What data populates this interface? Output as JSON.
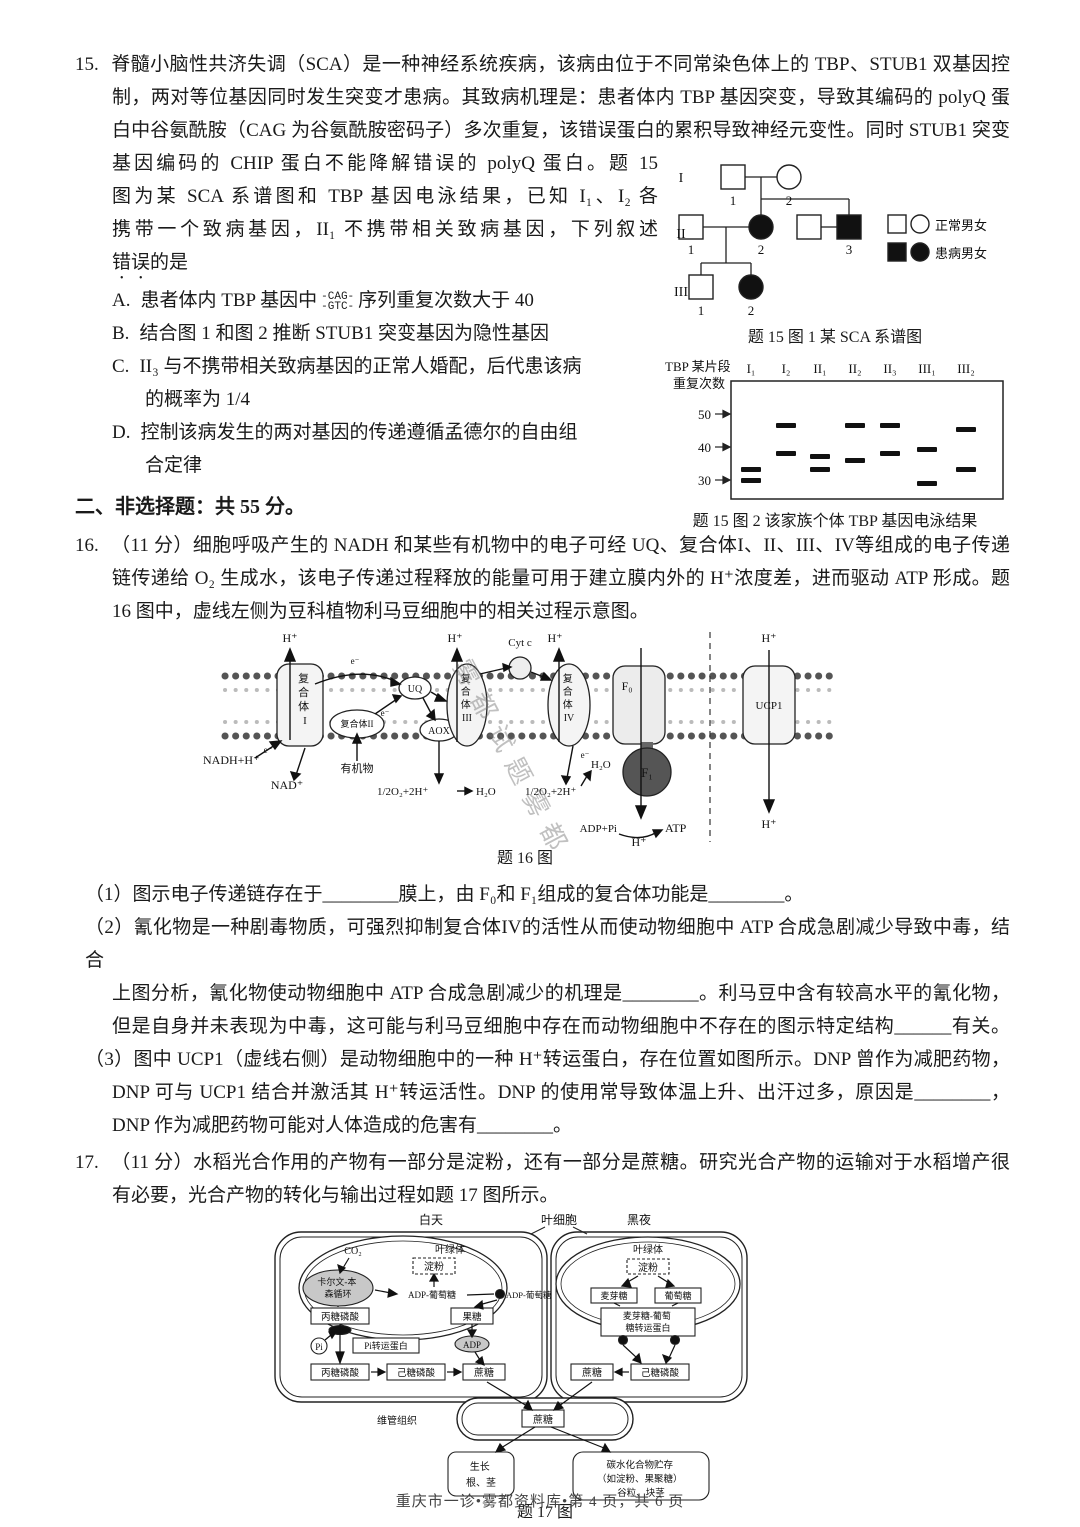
{
  "colors": {
    "ink": "#1a1a1a",
    "band": "#111111"
  },
  "q15": {
    "number": "15.",
    "stem": [
      "脊髓小脑性共济失调（SCA）是一种神经系统疾病，该病由位于不同常染色体上的 TBP、STUB1 双基因控",
      "制，两对等位基因同时发生突变才患病。其致病机理是：患者体内 TBP 基因突变，导致其编码的 polyQ 蛋",
      "白中谷氨酰胺（CAG 为谷氨酰胺密码子）多次重复，该错误蛋白的累积导致神经元变性。同时 STUB1 突变",
      "基因编码的 CHIP 蛋白不能降解错误的 polyQ 蛋白。题 15",
      "图为某 SCA 系谱图和 TBP 基因电泳结果，已知 I₁、I₂ 各",
      "携带一个致病基因，II₁ 不携带相关致病基因，下列叙述"
    ],
    "stem_emph": "错误",
    "stem_emph_rest": "的是",
    "opt_a": {
      "label": "A.",
      "pre": "患者体内 TBP 基因中",
      "strand_top": "-CAG-",
      "strand_bottom": "-GTC-",
      "post": "序列重复次数大于 40"
    },
    "opt_b": {
      "label": "B.",
      "text": "结合图 1 和图 2 推断 STUB1 突变基因为隐性基因"
    },
    "opt_c": {
      "label": "C.",
      "line1": "II₃ 与不携带相关致病基因的正常人婚配，后代患该病",
      "line2": "的概率为 1/4"
    },
    "opt_d": {
      "label": "D.",
      "line1": "控制该病发生的两对基因的传递遵循孟德尔的自由组",
      "line2": "合定律"
    },
    "fig1": {
      "gen": [
        "I",
        "II",
        "III"
      ],
      "n1": "1",
      "n2": "2",
      "n3": "3",
      "legend_normal": "正常男女",
      "legend_affected": "患病男女",
      "caption": "题 15 图 1 某 SCA 系谱图"
    },
    "fig2": {
      "label1": "TBP 某片段",
      "label2": "重复次数",
      "lanes": [
        "I₁",
        "I₂",
        "II₁",
        "II₂",
        "II₃",
        "III₁",
        "III₂"
      ],
      "scale": [
        "50",
        "40",
        "30"
      ],
      "caption": "题 15 图 2 该家族个体 TBP 基因电泳结果"
    }
  },
  "section2": {
    "title": "二、非选择题：共 55 分。"
  },
  "q16": {
    "number": "16.",
    "stem": [
      "（11 分）细胞呼吸产生的 NADH 和某些有机物中的电子可经 UQ、复合体I、II、III、IV等组成的电子传递",
      "链传递给 O₂ 生成水，该电子传递过程释放的能量可用于建立膜内外的 H⁺浓度差，进而驱动 ATP 形成。题",
      "16 图中，虚线左侧为豆科植物利马豆细胞中的相关过程示意图。"
    ],
    "diagram": {
      "h_plus": "H⁺",
      "e_minus": "e⁻",
      "cytc": "Cyt c",
      "complex1_chars": [
        "复",
        "合",
        "体",
        "I"
      ],
      "complex2": "复合体II",
      "complex3_chars": [
        "复",
        "合",
        "体",
        "III"
      ],
      "complex4_chars": [
        "复",
        "合",
        "体",
        "IV"
      ],
      "uq": "UQ",
      "aox": "AOX",
      "f0": "F₀",
      "f1": "F₁",
      "ucp1": "UCP1",
      "nadh": "NADH+H⁺",
      "nad": "NAD⁺",
      "organic": "有机物",
      "half_o2": "1/2O₂+2H⁺",
      "h2o": "H₂O",
      "adp_pi": "ADP+Pi",
      "atp": "ATP",
      "watermark": "雾都试题雾都",
      "caption": "题 16 图"
    },
    "s1": {
      "label": "（1）",
      "text": "图示电子传递链存在于________膜上，由 F₀和 F₁组成的复合体功能是________。"
    },
    "s2": {
      "label": "（2）",
      "lines": [
        "氰化物是一种剧毒物质，可强烈抑制复合体IV的活性从而使动物细胞中 ATP 合成急剧减少导致中毒，结合",
        "上图分析，氰化物使动物细胞中 ATP 合成急剧减少的机理是________。利马豆中含有较高水平的氰化物，",
        "但是自身并未表现为中毒，这可能与利马豆细胞中存在而动物细胞中不存在的图示特定结构______有关。"
      ]
    },
    "s3": {
      "label": "（3）",
      "lines": [
        "图中 UCP1（虚线右侧）是动物细胞中的一种 H⁺转运蛋白，存在位置如图所示。DNP 曾作为减肥药物，",
        "DNP 可与 UCP1 结合并激活其 H⁺转运活性。DNP 的使用常导致体温上升、出汗过多，原因是________，",
        "DNP 作为减肥药物可能对人体造成的危害有________。"
      ]
    }
  },
  "q17": {
    "number": "17.",
    "stem": [
      "（11 分）水稻光合作用的产物有一部分是淀粉，还有一部分是蔗糖。研究光合产物的运输对于水稻增产很",
      "有必要，光合产物的转化与输出过程如题 17 图所示。"
    ],
    "diagram": {
      "day": "白天",
      "leaf_cell": "叶细胞",
      "night": "黑夜",
      "chloroplast": "叶绿体",
      "co2": "CO₂",
      "calvin1": "卡尔文-本",
      "calvin2": "森循环",
      "starch": "淀粉",
      "adp_glucose": "ADP-葡萄糖",
      "triose": "丙糖磷酸",
      "fructose": "果糖",
      "pi": "Pi",
      "pi_transporter": "Pi转运蛋白",
      "adp": "ADP",
      "hexose": "己糖磷酸",
      "sucrose": "蔗糖",
      "maltose": "麦芽糖",
      "glucose": "葡萄糖",
      "mg_transporter1": "麦芽糖-葡萄",
      "mg_transporter2": "糖转运蛋白",
      "vascular": "维管组织",
      "growth1": "生长",
      "growth2": "根、茎",
      "storage1": "碳水化合物贮存",
      "storage2": "（如淀粉、果聚糖）",
      "storage3": "谷粒、块茎",
      "caption": "题 17 图"
    }
  },
  "footer": {
    "text": "重庆市一诊•雾都资料库•第 4 页，共 6 页"
  }
}
